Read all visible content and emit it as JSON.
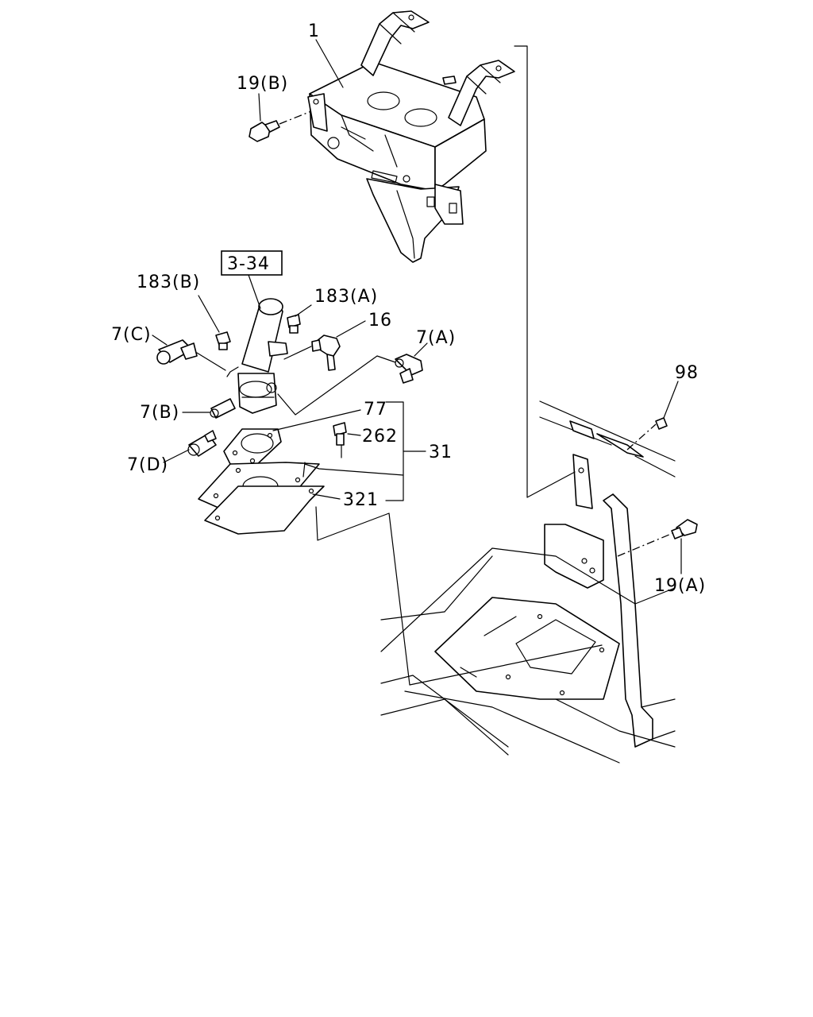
{
  "labels": {
    "p1": "1",
    "p19b": "19(B)",
    "p334": "3-34",
    "p183b": "183(B)",
    "p183a": "183(A)",
    "p16": "16",
    "p7c": "7(C)",
    "p7a": "7(A)",
    "p7b": "7(B)",
    "p7d": "7(D)",
    "p77": "77",
    "p262": "262",
    "p31": "31",
    "p321": "321",
    "p98": "98",
    "p19a": "19(A)"
  }
}
